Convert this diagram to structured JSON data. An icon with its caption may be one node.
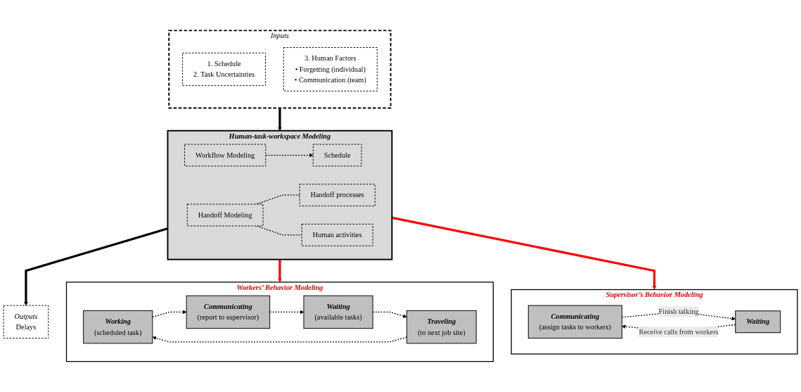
{
  "diagram": {
    "nodes": [
      {
        "text": [
          "Inputs"
        ]
      },
      {
        "text": [
          "1. Schedule",
          "2. Task Uncertainties"
        ],
        "in": 0
      },
      {
        "text": [
          "3. Human Factors",
          "• Forgetting (individual)",
          "• Communication (team)"
        ],
        "in": 0
      },
      {
        "text": [
          "Human-task-workspace Modeling"
        ]
      },
      {
        "text": [
          "Workflow Modeling"
        ],
        "in": 3
      },
      {
        "text": [
          "Schedule"
        ],
        "in": 3
      },
      {
        "text": [
          "Handoff Modeling"
        ],
        "in": 3
      },
      {
        "text": [
          "Handoff processes"
        ],
        "in": 3
      },
      {
        "text": [
          "Human activities"
        ],
        "in": 3
      },
      {
        "text": [
          "Outputs",
          "Delays"
        ]
      },
      {
        "text": [
          "Workers’ Behavior Modeling"
        ]
      },
      {
        "text": [
          "Working",
          "(scheduled task)"
        ],
        "in": 10
      },
      {
        "text": [
          "Communicating",
          "(report to supervisor)"
        ],
        "in": 10
      },
      {
        "text": [
          "Waiting",
          "(available tasks)"
        ],
        "in": 10
      },
      {
        "text": [
          "Traveling",
          "(to next job site)"
        ],
        "in": 10
      },
      {
        "text": [
          "Supervisor’s Behavior Modeling"
        ]
      },
      {
        "text": [
          "Communicating",
          "(assign tasks to workers)"
        ],
        "in": 15
      },
      {
        "text": [
          "Waiting"
        ],
        "in": 15
      }
    ],
    "edges": [
      {
        "from": 0,
        "to": 3,
        "arrow": "to",
        "style": "thick"
      },
      {
        "from": 3,
        "to": 9,
        "arrow": "to",
        "style": "thick"
      },
      {
        "from": 4,
        "to": 5,
        "arrow": "to",
        "style": "dashed"
      },
      {
        "from": 6,
        "to": 7,
        "arrow": "none",
        "style": "dashed"
      },
      {
        "from": 6,
        "to": 8,
        "arrow": "none",
        "style": "dashed"
      },
      {
        "from": 3,
        "to": 10,
        "arrow": "to",
        "style": "thick",
        "color": "#ff0000"
      },
      {
        "from": 3,
        "to": 15,
        "arrow": "to",
        "style": "thick",
        "color": "#ff0000"
      },
      {
        "from": 11,
        "to": 12,
        "arrow": "to",
        "style": "dashed"
      },
      {
        "from": 12,
        "to": 13,
        "arrow": "to",
        "style": "dashed"
      },
      {
        "from": 13,
        "to": 14,
        "arrow": "to",
        "style": "dashed"
      },
      {
        "from": 14,
        "to": 11,
        "arrow": "to",
        "style": "dashed"
      },
      {
        "from": 16,
        "to": 17,
        "label": "Finish talking",
        "arrow": "to",
        "style": "dashed"
      },
      {
        "from": 17,
        "to": 16,
        "label": "Receive calls from workers",
        "arrow": "to",
        "style": "dashed"
      }
    ]
  }
}
